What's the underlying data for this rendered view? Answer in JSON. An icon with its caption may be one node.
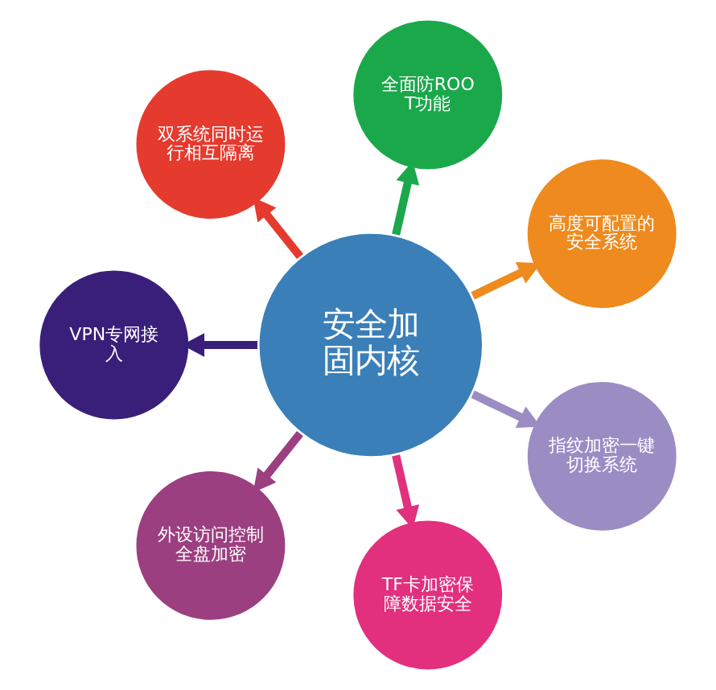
{
  "diagram": {
    "nodes": [
      {
        "text": [
          "安全加固内核"
        ]
      },
      {
        "text": [
          "高度可配置的安全系统"
        ]
      },
      {
        "text": [
          "全面防ROOT功能"
        ]
      },
      {
        "text": [
          "双系统同时运行相互隔离"
        ]
      },
      {
        "text": [
          "VPN专网接入"
        ]
      },
      {
        "text": [
          "外设访问控制全盘加密"
        ]
      },
      {
        "text": [
          "TF卡加密保障数据安全"
        ]
      },
      {
        "text": [
          "指纹加密一键切换系统"
        ]
      }
    ],
    "edges": [
      {
        "from": 0,
        "to": 1,
        "arrow": "to",
        "color": "#ee8a1e"
      },
      {
        "from": 0,
        "to": 2,
        "arrow": "to",
        "color": "#1aa84b"
      },
      {
        "from": 0,
        "to": 3,
        "arrow": "to",
        "color": "#e53a2e"
      },
      {
        "from": 0,
        "to": 4,
        "arrow": "to",
        "color": "#3a1f7a"
      },
      {
        "from": 0,
        "to": 5,
        "arrow": "to",
        "color": "#9b3f80"
      },
      {
        "from": 0,
        "to": 6,
        "arrow": "to",
        "color": "#e2307f"
      },
      {
        "from": 0,
        "to": 7,
        "arrow": "to",
        "color": "#9b8cc4"
      }
    ]
  }
}
